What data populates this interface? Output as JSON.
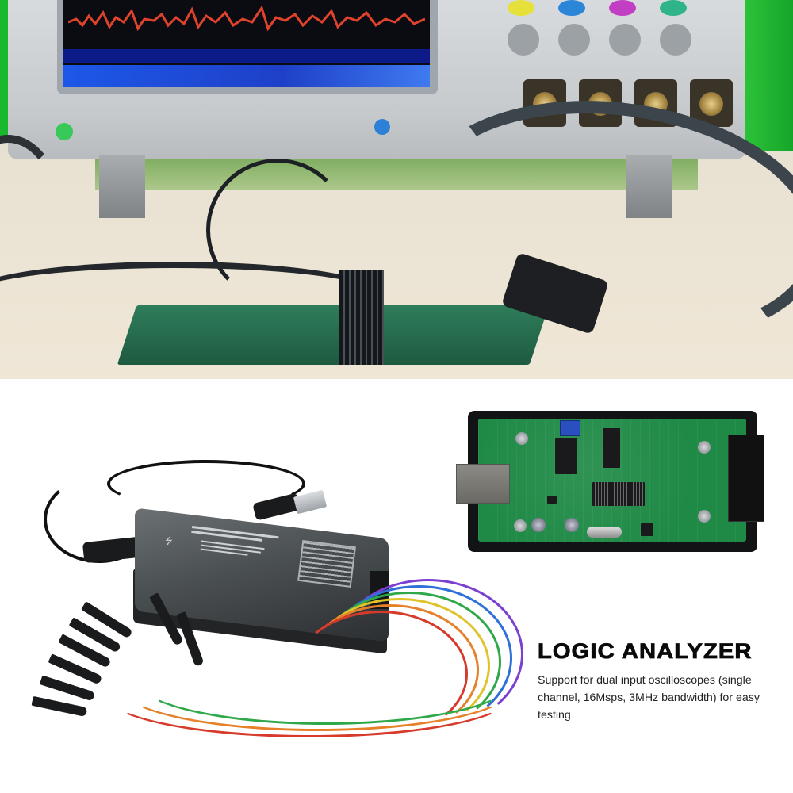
{
  "product": {
    "title": "LOGIC ANALYZER",
    "description": "Support for dual input oscilloscopes (single channel, 16Msps, 3MHz bandwidth) for easy testing"
  },
  "photos": {
    "top": "oscilloscope-bench-with-pcb-and-probes",
    "bottom_left": "logic-analyzer-device-with-usb-cable-and-test-clips",
    "bottom_right": "open-analyzer-pcb-in-case"
  },
  "colors": {
    "title": "#0a0a0a",
    "description": "#222222",
    "background": "#ffffff",
    "pcb_green": "#1f8a46",
    "scope_screen_blue": "#1d58e8"
  }
}
